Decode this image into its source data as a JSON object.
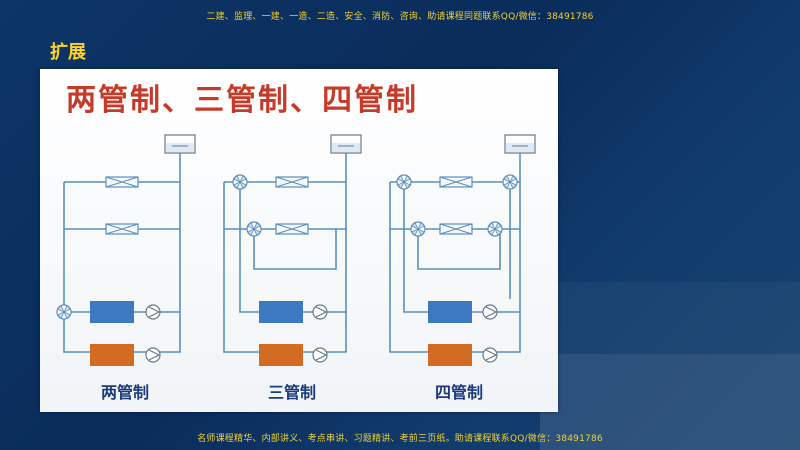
{
  "top_note": "二建、监理、一建、一造、二造、安全、消防、咨询、助请课程同题联系QQ/微信：38491786",
  "section_title": "扩展",
  "panel_heading": "两管制、三管制、四管制",
  "captions": {
    "two_pipe": "两管制",
    "three_pipe": "三管制",
    "four_pipe": "四管制"
  },
  "bottom_note": "名师课程精华、内部讲义、考点串讲、习题精讲、考前三页纸。助请课程联系QQ/微信：38491786",
  "colors": {
    "pipe": "#5a8fc0",
    "chiller": "#3c79c0",
    "boiler": "#d36b22",
    "heading": "#c63a2a",
    "caption": "#1d3a7a",
    "accent": "#ffd323"
  }
}
